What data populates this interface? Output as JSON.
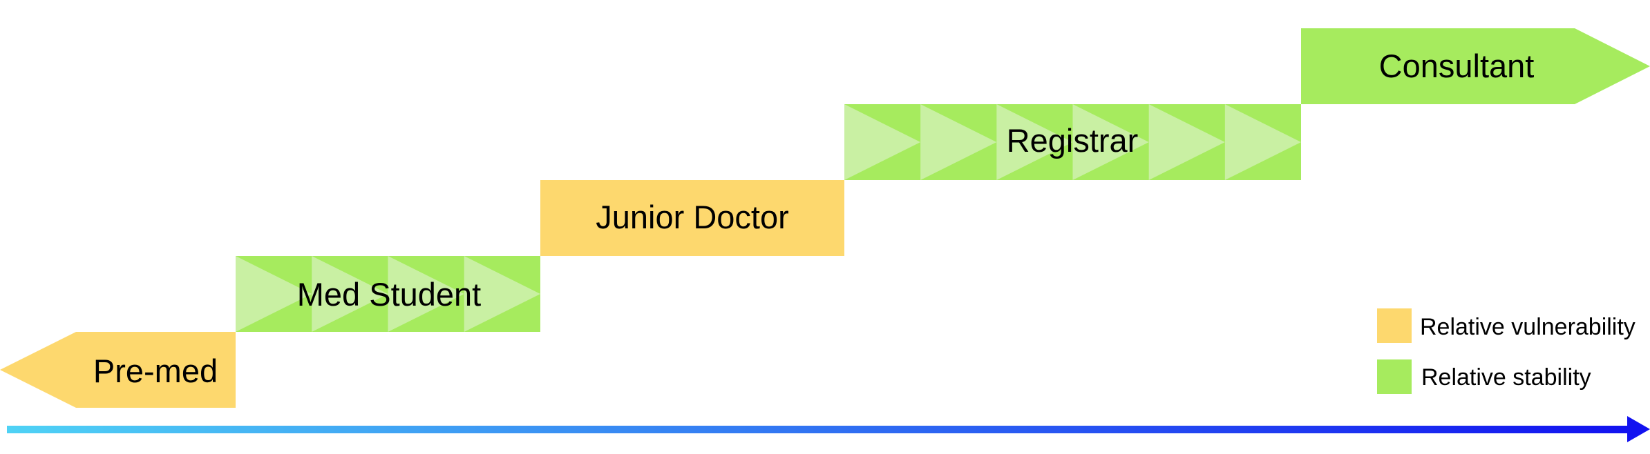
{
  "colors": {
    "vulnerability": "#fdd86e",
    "stability": "#a6eb5e",
    "stability_light": "#c9f0a3",
    "arrow_start": "#4fd2f5",
    "arrow_end": "#1212f0"
  },
  "stages": [
    {
      "label": "Pre-med",
      "category": "vulnerability"
    },
    {
      "label": "Med Student",
      "category": "stability"
    },
    {
      "label": "Junior Doctor",
      "category": "vulnerability"
    },
    {
      "label": "Registrar",
      "category": "stability"
    },
    {
      "label": "Consultant",
      "category": "stability"
    }
  ],
  "legend": [
    {
      "label": "Relative vulnerability",
      "category": "vulnerability"
    },
    {
      "label": "Relative stability",
      "category": "stability"
    }
  ]
}
